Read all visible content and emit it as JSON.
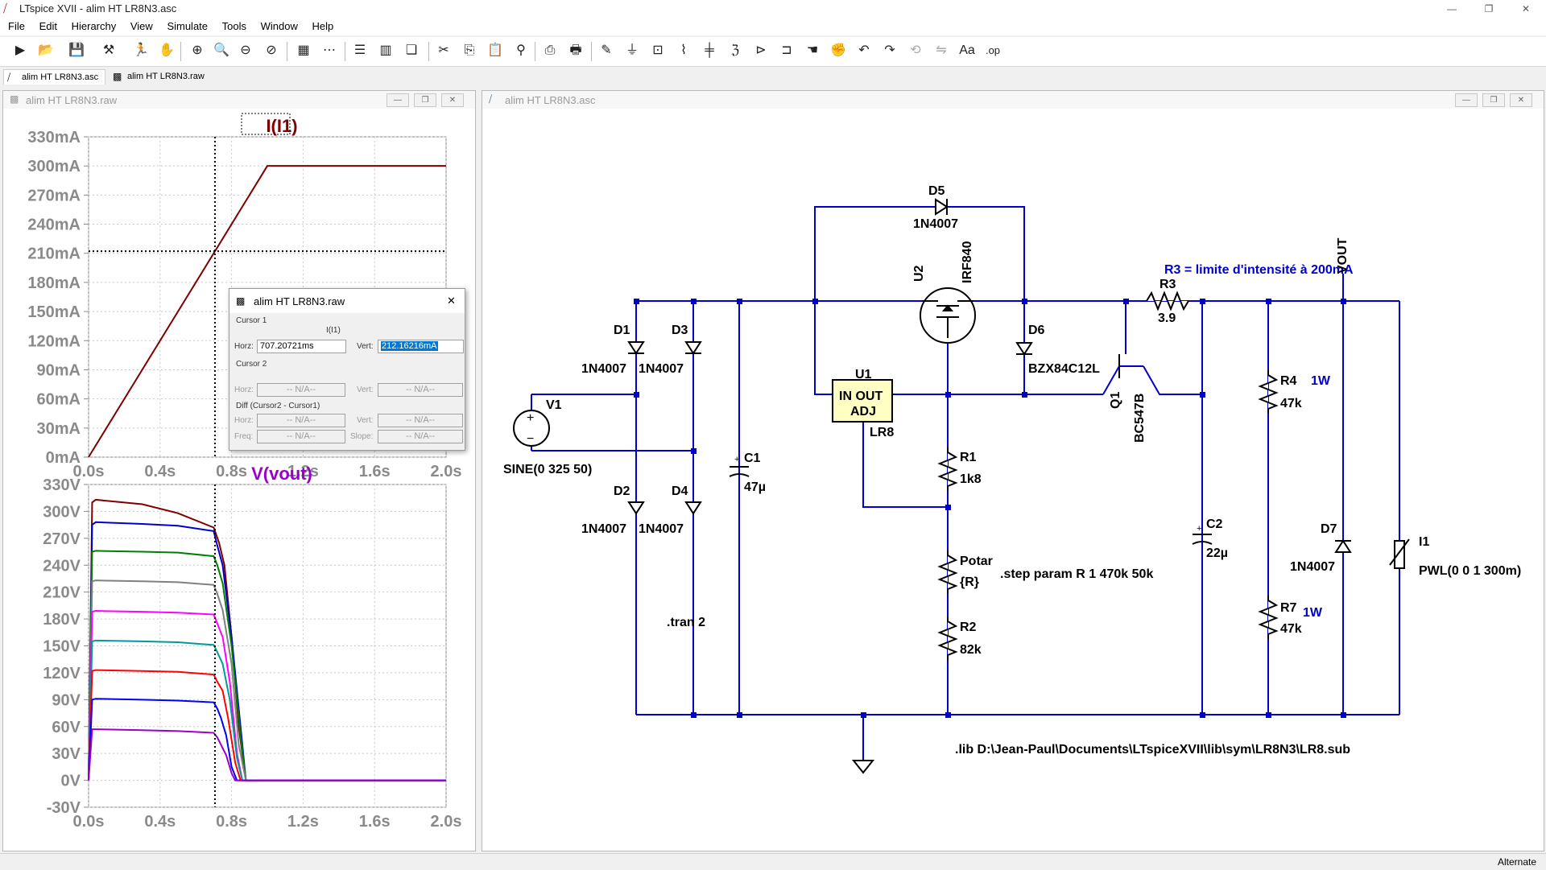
{
  "app": {
    "title": "LTspice XVII - alim HT LR8N3.asc",
    "window_controls": {
      "minimize": "—",
      "restore": "❐",
      "close": "✕"
    }
  },
  "menu": [
    "File",
    "Edit",
    "Hierarchy",
    "View",
    "Simulate",
    "Tools",
    "Window",
    "Help"
  ],
  "toolbar_icons": [
    "new-schematic-icon",
    "open-icon",
    "save-icon",
    "control-panel-icon",
    "run-icon",
    "halt-icon",
    "pan-icon",
    "zoom-in-icon",
    "zoom-area-icon",
    "zoom-out-icon",
    "zoom-fit-icon",
    "autorange-icon",
    "grid-icon",
    "tile-horizontal-icon",
    "tile-vertical-icon",
    "cascade-icon",
    "cut-icon",
    "copy-icon",
    "paste-icon",
    "find-icon",
    "print-icon",
    "print-preview-icon",
    "draw-wire-icon",
    "ground-icon",
    "label-net-icon",
    "resistor-icon",
    "capacitor-icon",
    "inductor-icon",
    "diode-icon",
    "component-icon",
    "move-icon",
    "drag-icon",
    "undo-icon",
    "redo-icon",
    "rotate-icon",
    "mirror-icon",
    "text-icon",
    "spice-directive-icon"
  ],
  "tabs": [
    {
      "label": "alim HT LR8N3.asc",
      "icon": "schematic-icon",
      "active": true
    },
    {
      "label": "alim HT LR8N3.raw",
      "icon": "waveform-icon",
      "active": false
    }
  ],
  "waveform_window": {
    "title": "alim HT LR8N3.raw",
    "top_plot": {
      "trace_label": "I(I1)",
      "trace_color": "#800000"
    },
    "bottom_plot": {
      "trace_label": "V(vout)",
      "trace_color": "#9900cc"
    }
  },
  "chart_data": [
    {
      "type": "line",
      "xlabel": "",
      "ylabel": "",
      "legend": "I(I1)",
      "x_ticks": [
        "0.0s",
        "0.4s",
        "0.8s",
        "1.2s",
        "1.6s",
        "2.0s"
      ],
      "y_ticks": [
        "0mA",
        "30mA",
        "60mA",
        "90mA",
        "120mA",
        "150mA",
        "180mA",
        "210mA",
        "240mA",
        "270mA",
        "300mA",
        "330mA"
      ],
      "xlim": [
        0,
        2.0
      ],
      "ylim": [
        0,
        330
      ],
      "grid": true,
      "cursor": {
        "x": 0.707,
        "y": 212.16
      },
      "series": [
        {
          "name": "I(I1)",
          "color": "#800000",
          "x": [
            0,
            1.0,
            2.0
          ],
          "y": [
            0,
            300,
            300
          ]
        }
      ]
    },
    {
      "type": "line",
      "xlabel": "",
      "ylabel": "",
      "legend": "V(vout)",
      "x_ticks": [
        "0.0s",
        "0.4s",
        "0.8s",
        "1.2s",
        "1.6s",
        "2.0s"
      ],
      "y_ticks": [
        "-30V",
        "0V",
        "30V",
        "60V",
        "90V",
        "120V",
        "150V",
        "180V",
        "210V",
        "240V",
        "270V",
        "300V",
        "330V"
      ],
      "xlim": [
        0,
        2.0
      ],
      "ylim": [
        -30,
        330
      ],
      "grid": true,
      "cursor": {
        "x": 0.707
      },
      "series": [
        {
          "color": "#800000",
          "x": [
            0,
            0.02,
            0.04,
            0.3,
            0.5,
            0.7,
            0.73,
            0.76,
            0.8,
            0.84,
            0.88,
            2.0
          ],
          "y": [
            0,
            310,
            313,
            308,
            298,
            282,
            265,
            240,
            160,
            60,
            0,
            0
          ]
        },
        {
          "color": "#0000cc",
          "x": [
            0,
            0.02,
            0.04,
            0.3,
            0.5,
            0.7,
            0.72,
            0.75,
            0.8,
            0.85,
            0.88,
            2.0
          ],
          "y": [
            0,
            285,
            288,
            286,
            284,
            278,
            262,
            240,
            160,
            60,
            0,
            0
          ]
        },
        {
          "color": "#008000",
          "x": [
            0,
            0.02,
            0.04,
            0.3,
            0.5,
            0.7,
            0.72,
            0.75,
            0.8,
            0.85,
            0.88,
            2.0
          ],
          "y": [
            0,
            255,
            256,
            255,
            254,
            250,
            240,
            220,
            150,
            50,
            0,
            0
          ]
        },
        {
          "color": "#808080",
          "x": [
            0,
            0.02,
            0.04,
            0.3,
            0.5,
            0.7,
            0.72,
            0.75,
            0.8,
            0.84,
            0.88,
            2.0
          ],
          "y": [
            0,
            222,
            223,
            222,
            221,
            218,
            208,
            190,
            130,
            40,
            0,
            0
          ]
        },
        {
          "color": "#ff00ff",
          "x": [
            0,
            0.02,
            0.04,
            0.3,
            0.5,
            0.7,
            0.72,
            0.75,
            0.79,
            0.83,
            0.86,
            2.0
          ],
          "y": [
            0,
            188,
            189,
            188,
            187,
            185,
            175,
            160,
            110,
            30,
            0,
            0
          ]
        },
        {
          "color": "#009999",
          "x": [
            0,
            0.02,
            0.04,
            0.3,
            0.5,
            0.7,
            0.72,
            0.75,
            0.79,
            0.83,
            0.86,
            2.0
          ],
          "y": [
            0,
            155,
            156,
            155,
            154,
            151,
            143,
            130,
            90,
            25,
            0,
            0
          ]
        },
        {
          "color": "#ff0000",
          "x": [
            0,
            0.02,
            0.04,
            0.3,
            0.5,
            0.7,
            0.72,
            0.75,
            0.78,
            0.82,
            0.85,
            2.0
          ],
          "y": [
            0,
            122,
            123,
            122,
            121,
            118,
            110,
            100,
            70,
            20,
            0,
            0
          ]
        },
        {
          "color": "#0000ff",
          "x": [
            0,
            0.02,
            0.04,
            0.3,
            0.5,
            0.7,
            0.72,
            0.74,
            0.77,
            0.8,
            0.83,
            2.0
          ],
          "y": [
            0,
            90,
            91,
            90,
            89,
            87,
            80,
            70,
            50,
            15,
            0,
            0
          ]
        },
        {
          "color": "#9900cc",
          "x": [
            0,
            0.02,
            0.04,
            0.3,
            0.5,
            0.7,
            0.72,
            0.74,
            0.77,
            0.8,
            0.82,
            2.0
          ],
          "y": [
            0,
            57,
            57,
            56,
            55,
            53,
            48,
            40,
            28,
            8,
            0,
            0
          ]
        }
      ]
    }
  ],
  "cursor_dialog": {
    "title": "alim HT LR8N3.raw",
    "close": "✕",
    "cursor1_label": "Cursor 1",
    "trace_name": "I(I1)",
    "horz_label": "Horz:",
    "horz_value": "707.20721ms",
    "vert_label": "Vert:",
    "vert_value": "212.16216mA",
    "cursor2_label": "Cursor 2",
    "na": "-- N/A--",
    "diff_label": "Diff (Cursor2 - Cursor1)",
    "freq_label": "Freq:",
    "slope_label": "Slope:"
  },
  "schematic_window": {
    "title": "alim HT LR8N3.asc",
    "labels": {
      "D5": "D5",
      "D5_model": "1N4007",
      "U2": "U2",
      "U2_model": "IRF840",
      "R3_note": "R3 = limite d'intensité à 200mA",
      "R3": "R3",
      "R3_value": "3.9",
      "VOUT": "VOUT",
      "D1": "D1",
      "D3": "D3",
      "D1_model": "1N4007",
      "D3_model": "1N4007",
      "D6": "D6",
      "D6_model": "BZX84C12L",
      "U1": "U1",
      "U1_pins": "IN OUT",
      "U1_adj": "ADJ",
      "U1_model": "LR8",
      "Q1": "Q1",
      "Q1_model": "BC547B",
      "R4": "R4",
      "R4_value": "47k",
      "R4_power": "1W",
      "V1": "V1",
      "V1_value": "SINE(0 325 50)",
      "C1": "C1",
      "C1_value": "47µ",
      "R1": "R1",
      "R1_value": "1k8",
      "D2": "D2",
      "D4": "D4",
      "D2_model": "1N4007",
      "D4_model": "1N4007",
      "C2": "C2",
      "C2_value": "22µ",
      "I1": "I1",
      "I1_value": "PWL(0 0 1 300m)",
      "D7": "D7",
      "D7_model": "1N4007",
      "Potar": "Potar",
      "Potar_value": "{R}",
      "step_directive": ".step param R 1 470k 50k",
      "tran_directive": ".tran 2",
      "R7": "R7",
      "R7_value": "47k",
      "R7_power": "1W",
      "R2": "R2",
      "R2_value": "82k",
      "lib_directive": ".lib D:\\Jean-Paul\\Documents\\LTspiceXVII\\lib\\sym\\LR8N3\\LR8.sub"
    }
  },
  "status": {
    "mode": "Alternate"
  }
}
